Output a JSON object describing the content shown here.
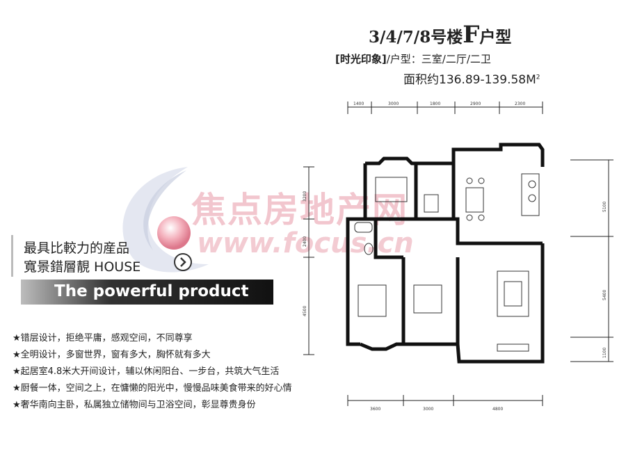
{
  "header": {
    "title_prefix": "3/4/7/8号楼",
    "title_letter": "F",
    "title_suffix": "户型",
    "subtitle_bold": "[时光印象]",
    "subtitle_rest": "/户型：三室/二厅/二卫",
    "area": "面积约136.89-139.58M",
    "area_sup": "2"
  },
  "watermark": {
    "text": "焦点房地产网",
    "url": "www.focus.cn"
  },
  "slogan": {
    "line1": "最具比較力的産品",
    "line2": "寬景錯層靚 HOUSE",
    "banner": "The powerful product"
  },
  "features": [
    "★错层设计，拒绝平庸，感观空间，不同尊享",
    "★全明设计，多窗世界，窗有多大，胸怀就有多大",
    "★起居室4.8米大开间设计，辅以休闲阳台、一步台，共筑大气生活",
    "★厨餐一体，空间之上，在慵懒的阳光中，慢慢品味美食带来的好心情",
    "★奢华南向主卧，私属独立储物间与卫浴空间，彰显尊贵身份"
  ],
  "dimensions": {
    "top": [
      "1400",
      "3000",
      "1800",
      "2900",
      "2300"
    ],
    "bottom": [
      "3600",
      "3000",
      "4800"
    ],
    "left": [
      "3200",
      "2400",
      "4500"
    ],
    "right": [
      "5100",
      "5400",
      "1100"
    ]
  }
}
